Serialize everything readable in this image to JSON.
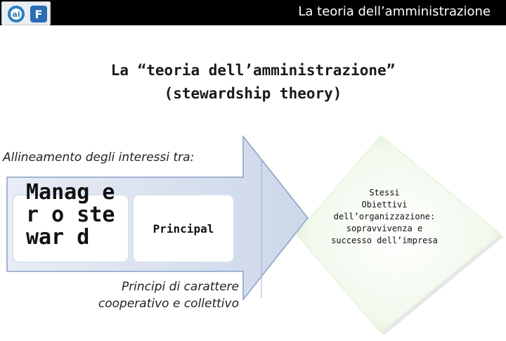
{
  "header": {
    "title": "La teoria dell’amministrazione",
    "logo_left_text": "ai",
    "logo_right_text": "F"
  },
  "slide": {
    "title_line1": "La “teoria dell’amministrazione”",
    "title_line2": "(stewardship theory)",
    "alignment_label": "Allineamento degli interessi tra:",
    "manager_label": "Manag er o stewar d",
    "principal_label": "Principal",
    "cooperative_line1": "Principi di carattere",
    "cooperative_line2": "cooperativo e collettivo",
    "goals_line1": "Stessi",
    "goals_line2": "Obiettivi",
    "goals_line3": "dell’organizzazione:",
    "goals_line4": "sopravvivenza e",
    "goals_line5": "successo dell’impresa"
  },
  "colors": {
    "header_bg": "#000000",
    "arrow_fill": "#dfe6f2",
    "arrow_stroke": "#7f97bf",
    "diamond_fill": "#cfe9c4",
    "diamond_edge": "#f2faee"
  }
}
